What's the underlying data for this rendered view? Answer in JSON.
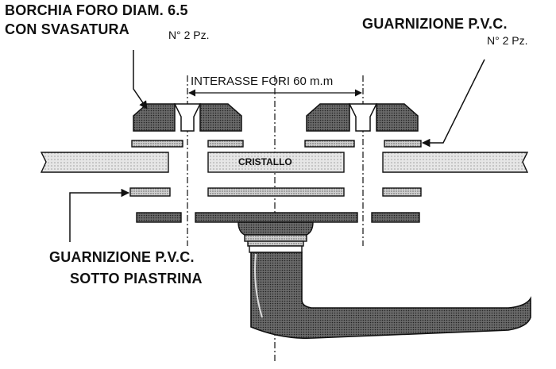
{
  "labels": {
    "borchia_line1": "BORCHIA FORO DIAM. 6.5",
    "borchia_line2": "CON SVASATURA",
    "borchia_qty": "N° 2 Pz.",
    "guarnizione_top": "GUARNIZIONE P.V.C.",
    "guarnizione_top_qty": "N° 2 Pz.",
    "interasse": "INTERASSE FORI  60 m.m",
    "cristallo": "CRISTALLO",
    "guarnizione_bottom_line1": "GUARNIZIONE P.V.C.",
    "guarnizione_bottom_line2": "SOTTO PIASTRINA"
  },
  "colors": {
    "ink": "#111111",
    "hatch_dark": "#5a5a5a",
    "hatch_light": "#c8c8c8",
    "fill_mid": "#8c8c8c"
  }
}
